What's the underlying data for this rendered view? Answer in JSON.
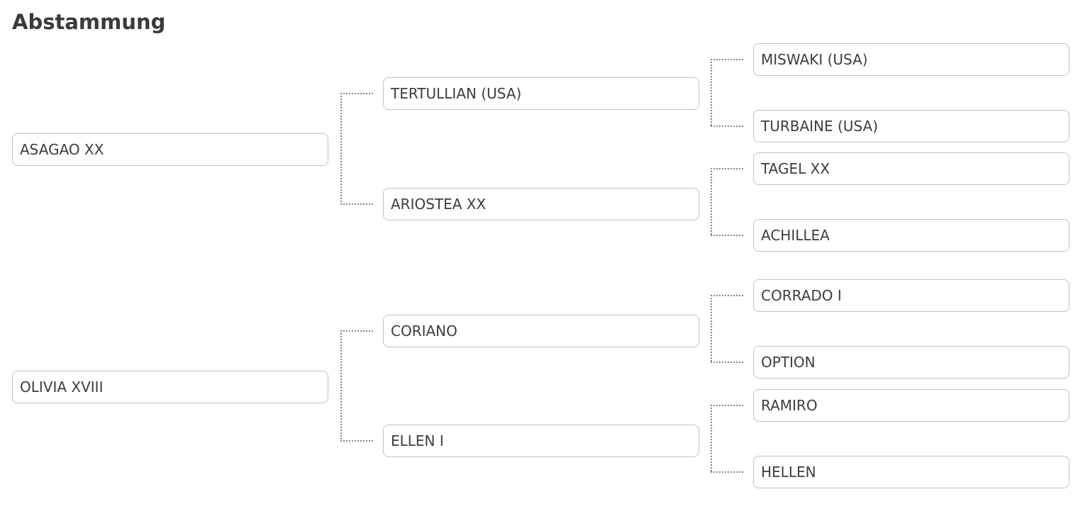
{
  "title": "Abstammung",
  "pedigree": {
    "sire": {
      "name": "ASAGAO XX",
      "sire": {
        "name": "TERTULLIAN (USA)",
        "sire": {
          "name": "MISWAKI (USA)"
        },
        "dam": {
          "name": "TURBAINE (USA)"
        }
      },
      "dam": {
        "name": "ARIOSTEA XX",
        "sire": {
          "name": "TAGEL XX"
        },
        "dam": {
          "name": "ACHILLEA"
        }
      }
    },
    "dam": {
      "name": "OLIVIA XVIII",
      "sire": {
        "name": "CORIANO",
        "sire": {
          "name": "CORRADO I"
        },
        "dam": {
          "name": "OPTION"
        }
      },
      "dam": {
        "name": "ELLEN I",
        "sire": {
          "name": "RAMIRO"
        },
        "dam": {
          "name": "HELLEN"
        }
      }
    }
  },
  "colors": {
    "title_text": "#3a3a3a",
    "box_border": "#c2c2c2",
    "box_text": "#3d3d3d",
    "connector": "#858585",
    "background": "#ffffff"
  }
}
